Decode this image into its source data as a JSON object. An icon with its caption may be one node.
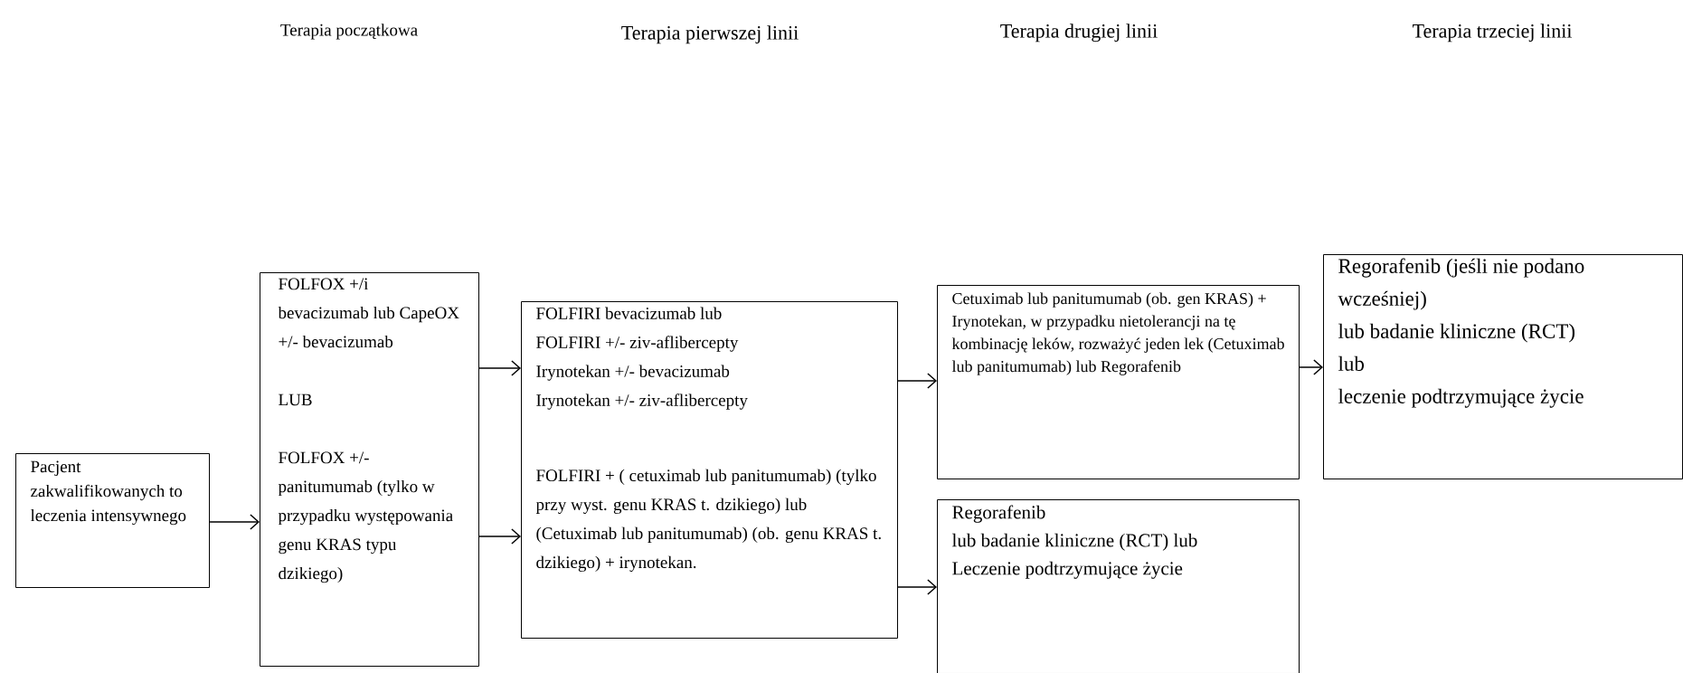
{
  "diagram": {
    "nodes": [
      {
        "text": [
          "Pacjent zakwalifikowanych to leczenia intensywnego"
        ]
      },
      {
        "text": [
          "FOLFOX +/i bevacizumab lub CapeOX +/- bevacizumab",
          "LUB",
          "FOLFOX +/- panitumumab (tylko w przypadku występowania genu KRAS typu dzikiego)"
        ]
      },
      {
        "text": [
          "FOLFIRI bevacizumab lub",
          "FOLFIRI +/- ziv-aflibercepty",
          "Irynotekan +/- bevacizumab",
          "Irynotekan +/- ziv-aflibercepty",
          "FOLFIRI + ( cetuximab lub panitumumab) (tylko przy wyst. genu KRAS t. dzikiego) lub (Cetuximab lub panitumumab) (ob. genu KRAS t. dzikiego) + irynotekan."
        ]
      },
      {
        "text": [
          "Cetuximab lub panitumumab (ob. gen KRAS) + Irynotekan, w przypadku nietolerancji na tę kombinację leków, rozważyć jeden lek (Cetuximab lub panitumumab) lub Regorafenib"
        ]
      },
      {
        "text": [
          "Regorafenib",
          "lub badanie kliniczne (RCT) lub",
          "Leczenie podtrzymujące życie"
        ]
      },
      {
        "text": [
          "Regorafenib (jeśli nie podano wcześniej)",
          "lub badanie kliniczne (RCT)",
          "lub",
          "leczenie podtrzymujące życie"
        ]
      }
    ],
    "edges": [
      {
        "from": 0,
        "to": 1,
        "arrow": "to"
      },
      {
        "from": 1,
        "to": 2,
        "arrow": "to"
      },
      {
        "from": 1,
        "to": 2,
        "arrow": "to"
      },
      {
        "from": 2,
        "to": 3,
        "arrow": "to"
      },
      {
        "from": 2,
        "to": 4,
        "arrow": "to"
      },
      {
        "from": 3,
        "to": 5,
        "arrow": "to"
      }
    ],
    "labels": [
      "Terapia początkowa",
      "Terapia pierwszej linii",
      "Terapia drugiej linii",
      "Terapia trzeciej linii"
    ]
  }
}
